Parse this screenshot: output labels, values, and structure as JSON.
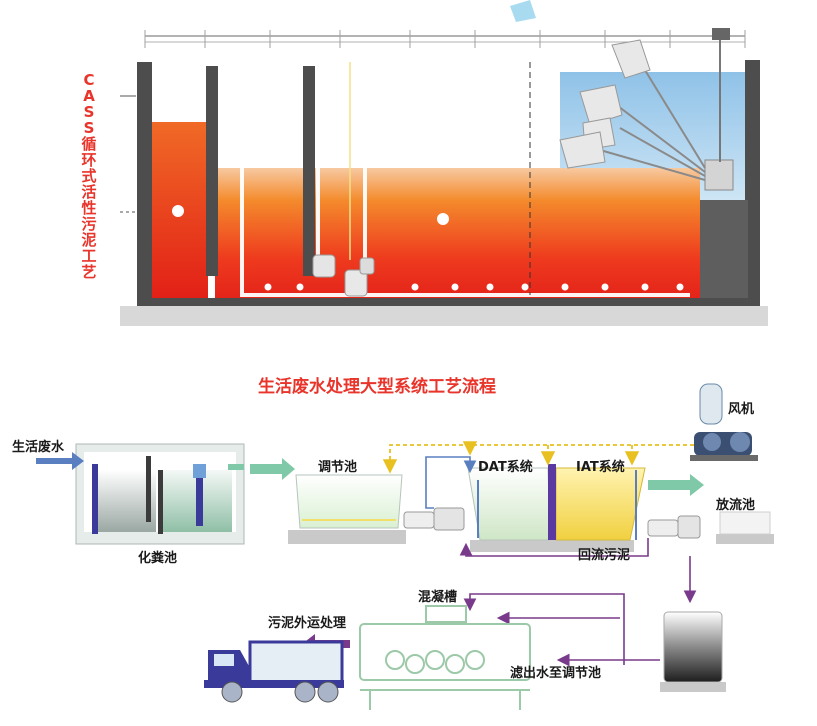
{
  "cass_caption": "CASS循环式活性污泥工艺",
  "flow_title": "生活废水处理大型系统工艺流程",
  "labels": {
    "inlet": "生活废水",
    "septic_tank": "化粪池",
    "equalization_tank": "调节池",
    "dat_system": "DAT系统",
    "iat_system": "IAT系统",
    "blower": "风机",
    "discharge_tank": "放流池",
    "return_sludge": "回流污泥",
    "coagulation_tank": "混凝槽",
    "sludge_transport": "污泥外运处理",
    "filtrate_return": "滤出水至调节池"
  },
  "colors": {
    "title_red": "#e8342a",
    "flow_purple": "#7a3a8c",
    "air_yellow": "#e8c020",
    "water_blue": "#5a7fc0",
    "arrow_green": "#7fc9a8",
    "wall_gray": "#4d4d4d"
  }
}
